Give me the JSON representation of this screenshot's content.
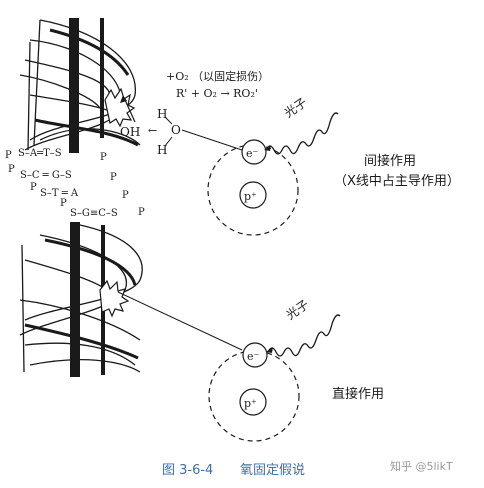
{
  "caption": {
    "figure_no": "图 3-6-4",
    "title": "氧固定假说"
  },
  "reaction": {
    "line1": "+O₂ （以固定损伤）",
    "line2": "R' + O₂ → RO₂'"
  },
  "molecule": {
    "h_top": "H",
    "o": "O",
    "h_bottom": "H",
    "oh": "OH",
    "arrow": "←"
  },
  "base_pairs": {
    "row1": "S–A═T–S",
    "row2": "S–C ═ G–S",
    "row3": "S–T ═ A",
    "row4": "S–G≡C–S",
    "p_mark": "P"
  },
  "upper_atom": {
    "electron": "e⁻",
    "proton": "p⁺",
    "photon": "光子"
  },
  "lower_atom": {
    "electron": "e⁻",
    "proton": "p⁺",
    "photon": "光子"
  },
  "indirect_action": {
    "title": "间接作用",
    "subtitle": "（X线中占主导作用）"
  },
  "direct_action": {
    "title": "直接作用"
  },
  "watermark": "知乎 @5likT"
}
